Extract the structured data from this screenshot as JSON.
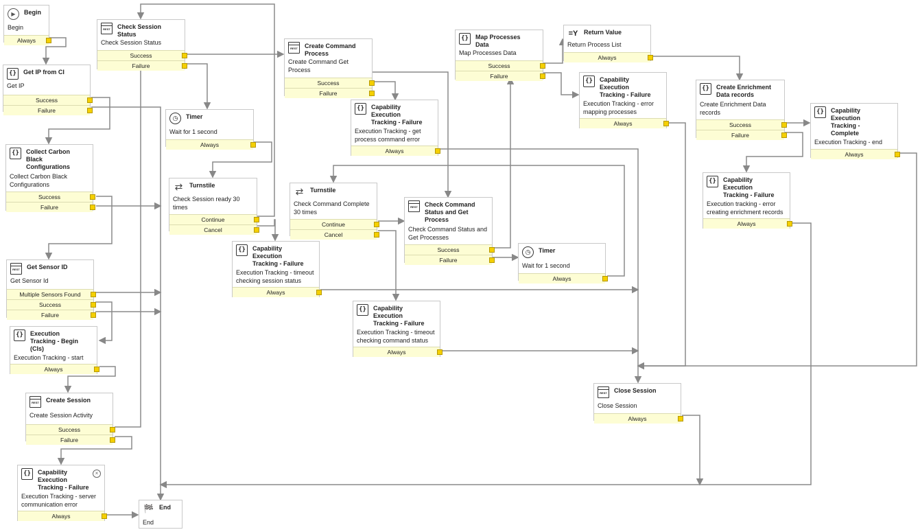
{
  "nodes": {
    "begin": {
      "title": "Begin",
      "desc": "Begin",
      "ports": [
        "Always"
      ]
    },
    "check_session_status": {
      "title": "Check Session Status",
      "desc": "Check Session Status",
      "ports": [
        "Success",
        "Failure"
      ]
    },
    "create_command_process": {
      "title": "Create Command Process",
      "desc": "Create Command Get Process",
      "ports": [
        "Success",
        "Failure"
      ]
    },
    "map_processes_data": {
      "title": "Map Processes Data",
      "desc": "Map Processes Data",
      "ports": [
        "Success",
        "Failure"
      ]
    },
    "return_value": {
      "title": "Return Value",
      "desc": "Return Process List",
      "ports": [
        "Always"
      ]
    },
    "get_ip_from_ci": {
      "title": "Get IP from CI",
      "desc": "Get IP",
      "ports": [
        "Success",
        "Failure"
      ]
    },
    "timer_1": {
      "title": "Timer",
      "desc": "Wait for 1 second",
      "ports": [
        "Always"
      ]
    },
    "cap_fail_get_process": {
      "title": "Capability Execution Tracking - Failure",
      "desc": "Execution Tracking - get process command error",
      "ports": [
        "Always"
      ]
    },
    "cap_fail_mapping": {
      "title": "Capability Execution Tracking - Failure",
      "desc": "Execution Tracking - error mapping processes",
      "ports": [
        "Always"
      ]
    },
    "create_enrichment": {
      "title": "Create Enrichment Data records",
      "desc": "Create Enrichment Data records",
      "ports": [
        "Success",
        "Failure"
      ]
    },
    "cap_complete": {
      "title": "Capability Execution Tracking - Complete",
      "desc": "Execution Tracking - end",
      "ports": [
        "Always"
      ]
    },
    "collect_cb_config": {
      "title": "Collect Carbon Black Configurations",
      "desc": "Collect Carbon Black Configurations",
      "ports": [
        "Success",
        "Failure"
      ]
    },
    "turnstile_1": {
      "title": "Turnstile",
      "desc": "Check Session ready 30 times",
      "ports": [
        "Continue",
        "Cancel"
      ]
    },
    "turnstile_2": {
      "title": "Turnstile",
      "desc": "Check Command Complete 30 times",
      "ports": [
        "Continue",
        "Cancel"
      ]
    },
    "check_command_status": {
      "title": "Check Command Status and Get Process",
      "desc": "Check Command Status and Get Processes",
      "ports": [
        "Success",
        "Failure"
      ]
    },
    "cap_fail_enrichment": {
      "title": "Capability Execution Tracking - Failure",
      "desc": "Execution tracking - error creating enrichment records",
      "ports": [
        "Always"
      ]
    },
    "cap_fail_timeout_session": {
      "title": "Capability Execution Tracking - Failure",
      "desc": "Execution Tracking - timeout checking session status",
      "ports": [
        "Always"
      ]
    },
    "timer_2": {
      "title": "Timer",
      "desc": "Wait for 1 second",
      "ports": [
        "Always"
      ]
    },
    "get_sensor_id": {
      "title": "Get Sensor ID",
      "desc": "Get Sensor Id",
      "ports": [
        "Multiple Sensors Found",
        "Success",
        "Failure"
      ]
    },
    "cap_fail_timeout_command": {
      "title": "Capability Execution Tracking - Failure",
      "desc": "Execution Tracking - timeout checking command status",
      "ports": [
        "Always"
      ]
    },
    "exec_tracking_begin": {
      "title": "Execution Tracking - Begin (CIs)",
      "desc": "Execution Tracking - start",
      "ports": [
        "Always"
      ]
    },
    "close_session": {
      "title": "Close Session",
      "desc": "Close Session",
      "ports": [
        "Always"
      ]
    },
    "create_session": {
      "title": "Create Session",
      "desc": "Create Session Activity",
      "ports": [
        "Success",
        "Failure"
      ]
    },
    "cap_fail_server": {
      "title": "Capability Execution Tracking - Failure",
      "desc": "Execution Tracking - server communication error",
      "ports": [
        "Always"
      ]
    },
    "end": {
      "title": "End",
      "desc": "End",
      "ports": []
    }
  },
  "icons": {
    "rest": "rest-activity-icon",
    "script": "script-icon",
    "timer": "timer-icon",
    "turnstile": "turnstile-icon",
    "begin": "play-icon",
    "end": "checkered-flag-icon",
    "return": "return-value-icon"
  },
  "colors": {
    "port_bg": "#fdfdd4",
    "port_handle": "#f5d000",
    "edge": "#888888"
  }
}
